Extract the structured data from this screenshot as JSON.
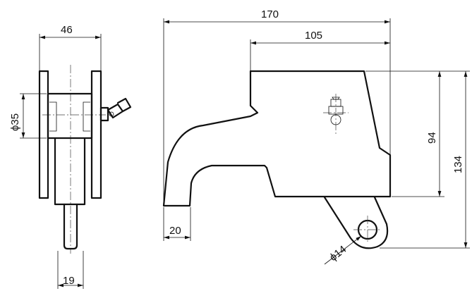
{
  "drawing": {
    "front_view": {
      "width_label": "46",
      "bore_label": "ϕ35",
      "shaft_label": "19"
    },
    "side_view": {
      "overall_length_label": "170",
      "body_length_label": "105",
      "tip_label": "20",
      "body_height_label": "94",
      "overall_height_label": "134",
      "pin_hole_label": "ϕ14"
    }
  }
}
